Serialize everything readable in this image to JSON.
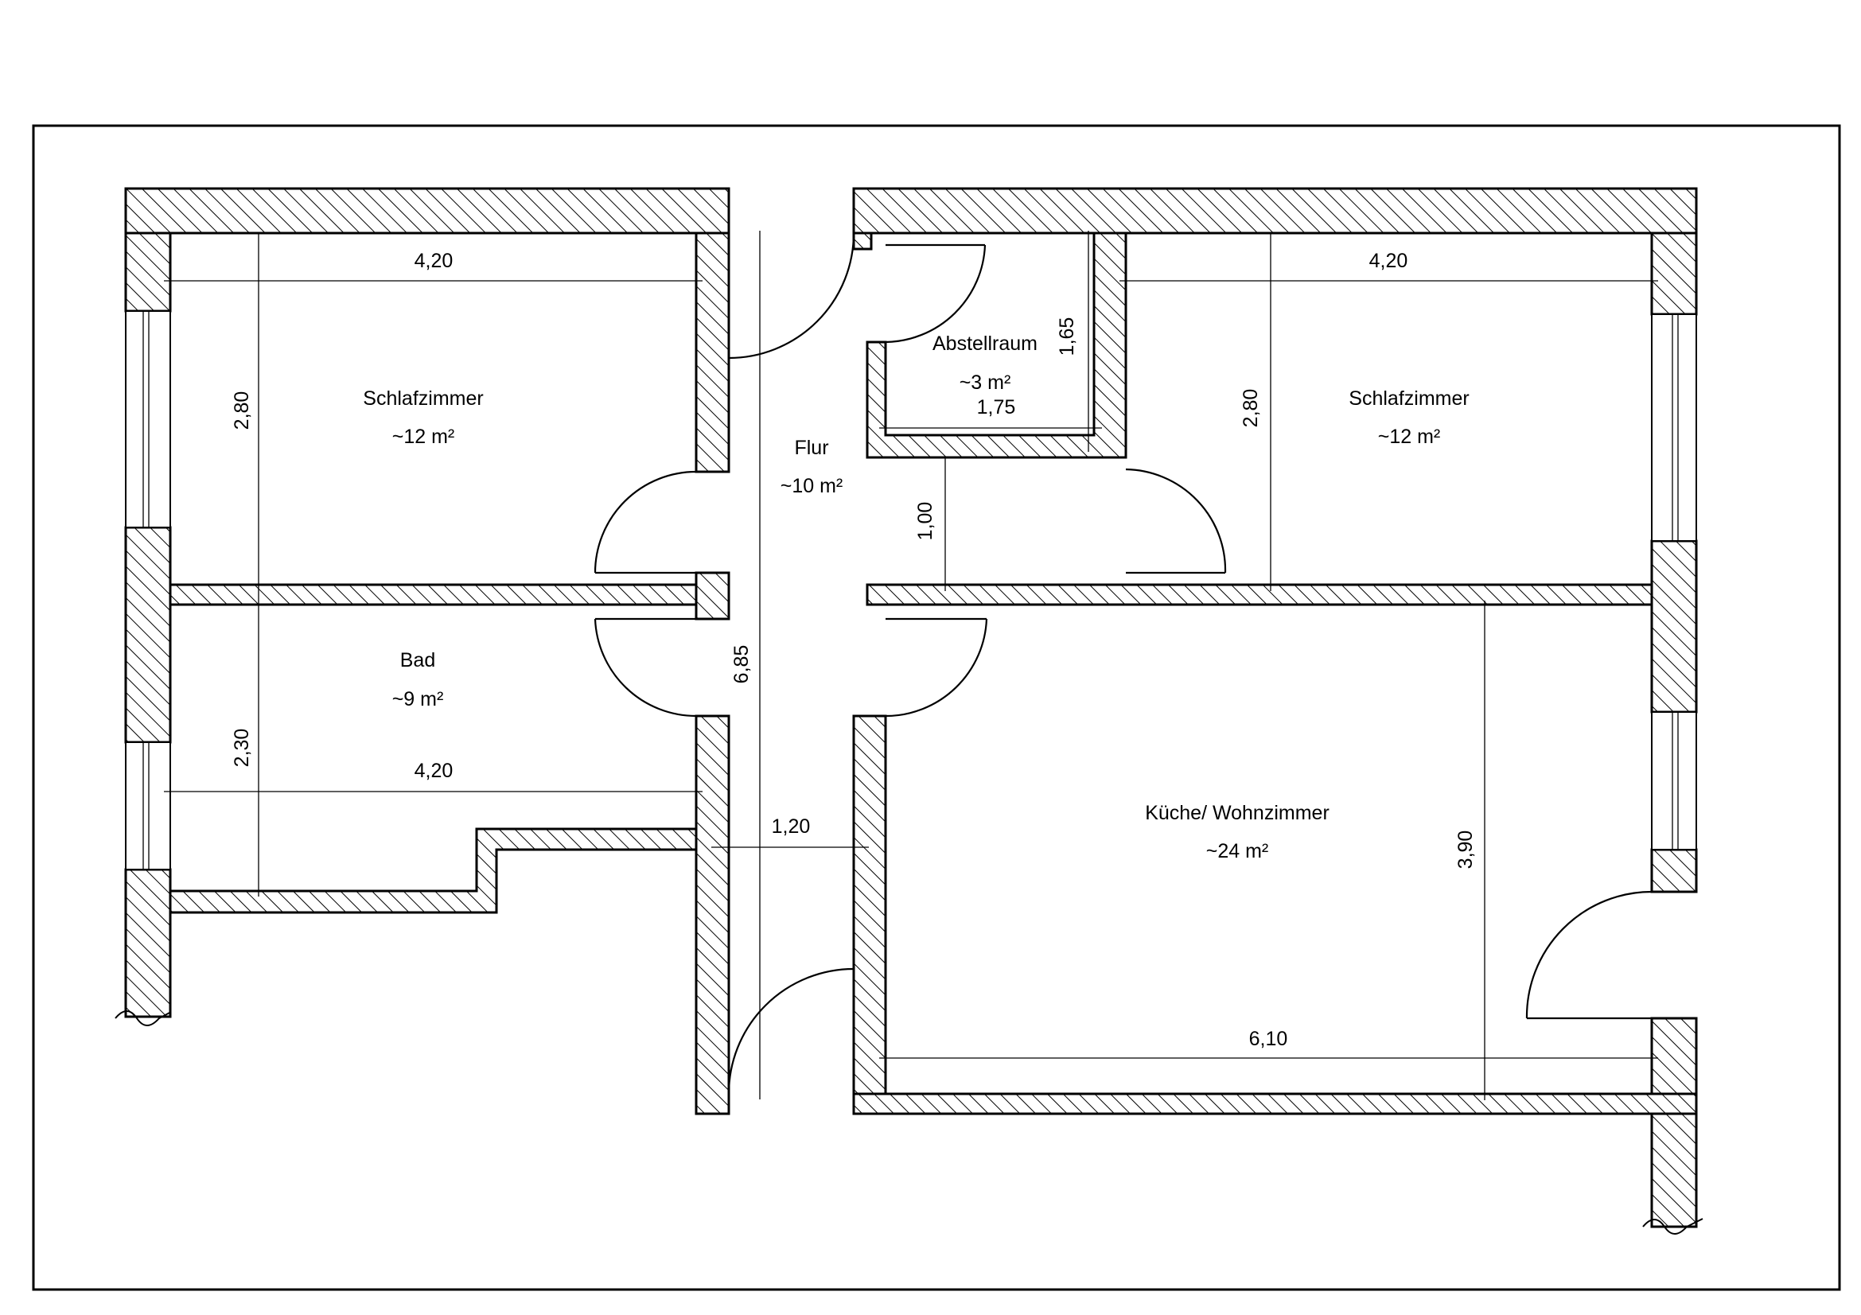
{
  "rooms": [
    {
      "key": "schlafzimmer_left",
      "name": "Schlafzimmer",
      "area": "~12 m²"
    },
    {
      "key": "bad",
      "name": "Bad",
      "area": "~9 m²"
    },
    {
      "key": "flur",
      "name": "Flur",
      "area": "~10 m²"
    },
    {
      "key": "abstellraum",
      "name": "Abstellraum",
      "area": "~3 m²"
    },
    {
      "key": "schlafzimmer_right",
      "name": "Schlafzimmer",
      "area": "~12 m²"
    },
    {
      "key": "kueche",
      "name": "Küche/ Wohnzimmer",
      "area": "~24 m²"
    }
  ],
  "dimensions": {
    "sz_left_width": "4,20",
    "sz_left_height": "2,80",
    "bad_width": "4,20",
    "bad_height": "2,30",
    "flur_length": "6,85",
    "flur_width": "1,20",
    "abstell_width": "1,75",
    "abstell_height": "1,65",
    "gap_height": "1,00",
    "sz_right_width": "4,20",
    "sz_right_height": "2,80",
    "kueche_width": "6,10",
    "kueche_height": "3,90"
  }
}
